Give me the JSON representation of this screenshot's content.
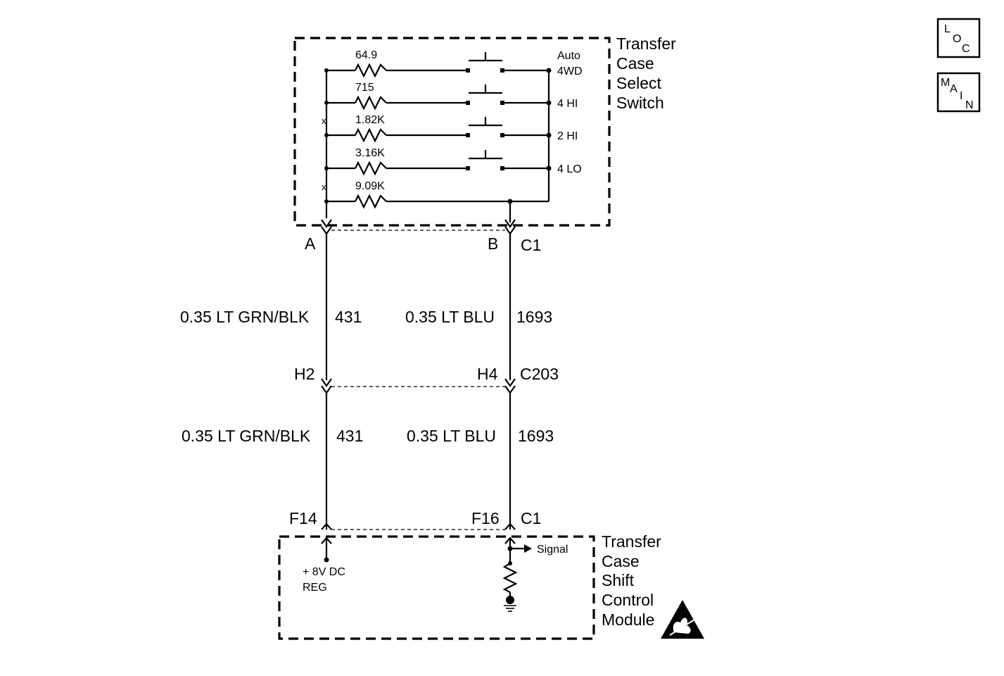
{
  "nav": {
    "loc": [
      "L",
      "O",
      "C"
    ],
    "main": [
      "M",
      "A",
      "I",
      "N"
    ]
  },
  "switch": {
    "label_lines": [
      "Transfer",
      "Case",
      "Select",
      "Switch"
    ],
    "resistors": [
      "64.9",
      "715",
      "1.82K",
      "3.16K",
      "9.09K"
    ],
    "positions": [
      "Auto",
      "4WD",
      "4 HI",
      "2 HI",
      "4 LO"
    ],
    "marks": [
      "x",
      "x"
    ]
  },
  "connectors": {
    "sw_pin_a": "A",
    "sw_pin_b": "B",
    "sw_conn": "C1",
    "inline_pin_a": "H2",
    "inline_pin_b": "H4",
    "inline_conn": "C203",
    "mod_pin_a": "F14",
    "mod_pin_b": "F16",
    "mod_conn": "C1"
  },
  "wires": {
    "left_upper_spec": "0.35 LT GRN/BLK",
    "left_upper_circuit": "431",
    "right_upper_spec": "0.35 LT BLU",
    "right_upper_circuit": "1693",
    "left_lower_spec": "0.35 LT GRN/BLK",
    "left_lower_circuit": "431",
    "right_lower_spec": "0.35 LT BLU",
    "right_lower_circuit": "1693"
  },
  "module": {
    "label_lines": [
      "Transfer",
      "Case",
      "Shift",
      "Control",
      "Module"
    ],
    "supply_line1": "+ 8V DC",
    "supply_line2": "REG",
    "signal": "Signal"
  },
  "esd_icon": "esd-warning-icon"
}
